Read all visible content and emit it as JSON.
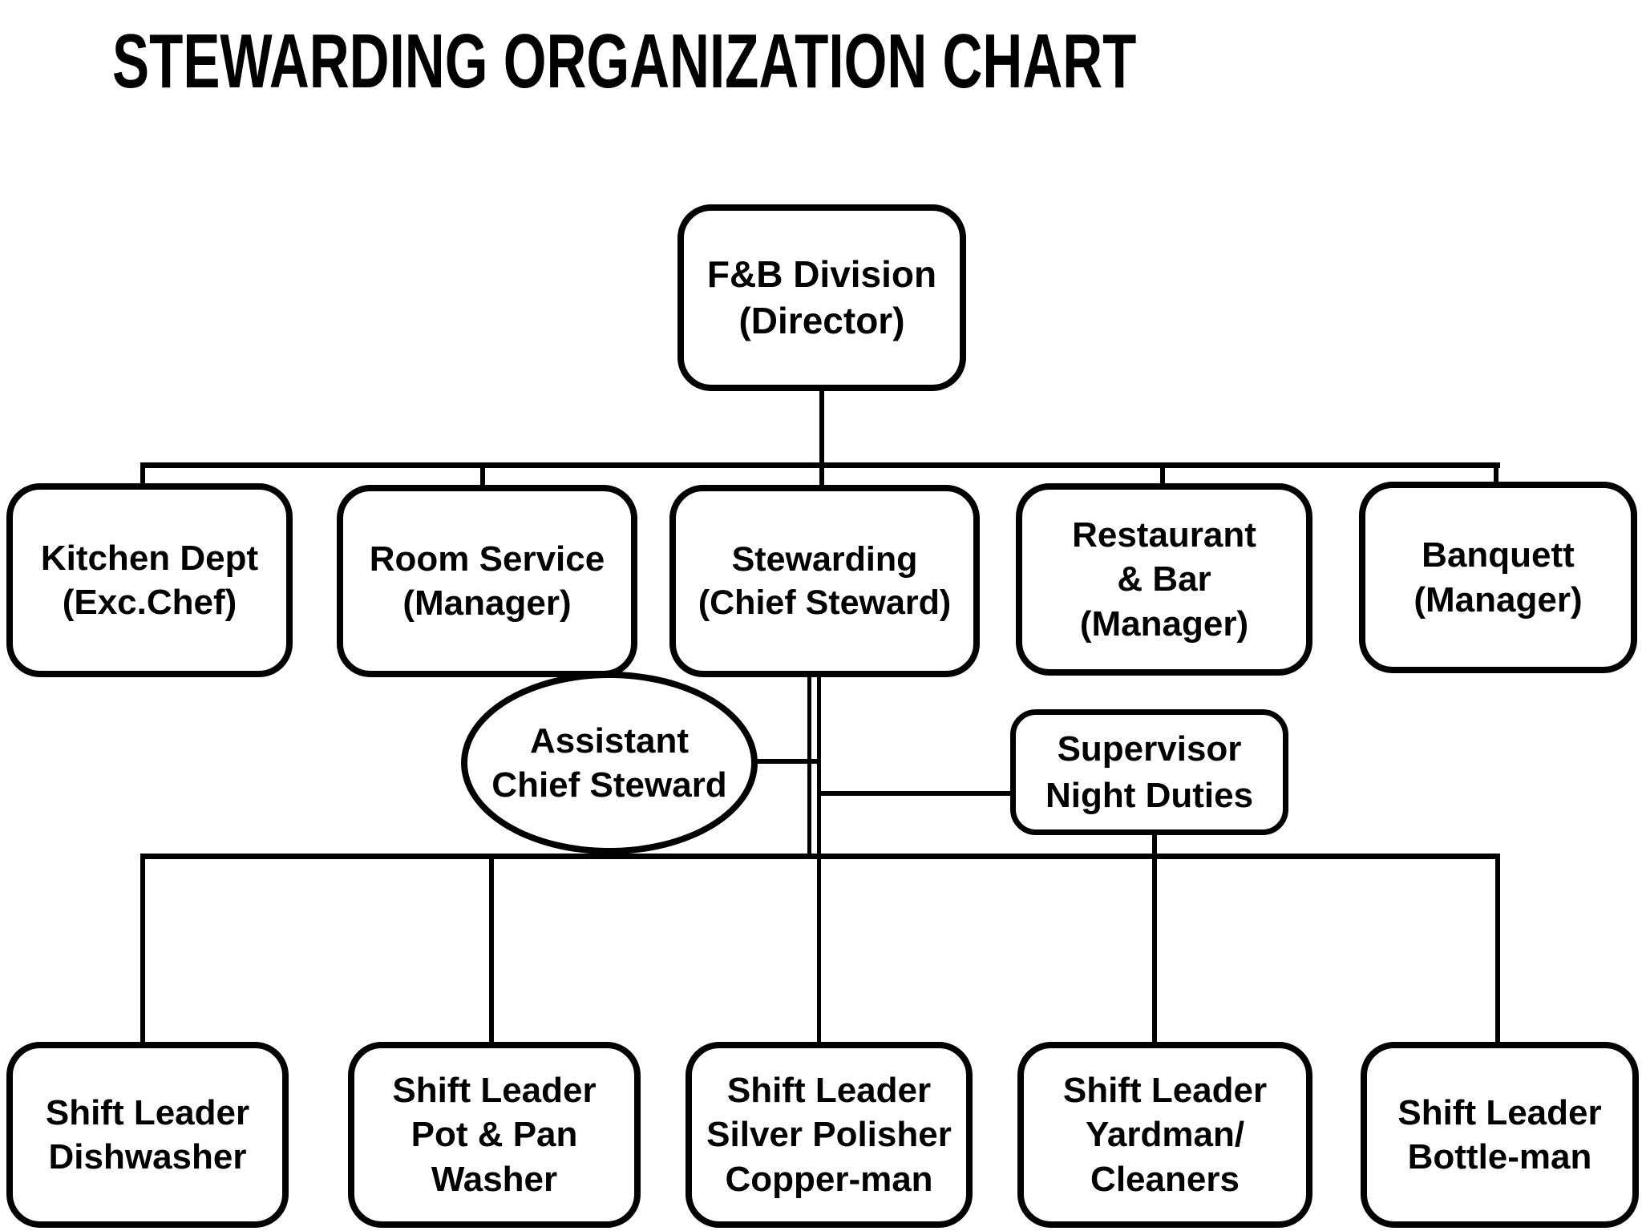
{
  "title": "STEWARDING ORGANIZATION CHART",
  "colors": {
    "background": "#ffffff",
    "line": "#000000",
    "text": "#000000"
  },
  "nodes": {
    "fnb": {
      "shape": "rounded-rect",
      "lines": [
        "F&B Division",
        "(Director)"
      ]
    },
    "kitchen": {
      "shape": "rounded-rect",
      "lines": [
        "Kitchen Dept",
        "(Exc.Chef)"
      ]
    },
    "room": {
      "shape": "rounded-rect",
      "lines": [
        "Room Service",
        "(Manager)"
      ]
    },
    "stewarding": {
      "shape": "rounded-rect",
      "lines": [
        "Stewarding",
        "(Chief Steward)"
      ]
    },
    "restbar": {
      "shape": "rounded-rect",
      "lines": [
        "Restaurant",
        "& Bar",
        "(Manager)"
      ]
    },
    "banquett": {
      "shape": "rounded-rect",
      "lines": [
        "Banquett",
        "(Manager)"
      ]
    },
    "assistant": {
      "shape": "oval",
      "lines": [
        "Assistant",
        "Chief Steward"
      ]
    },
    "supervisor": {
      "shape": "rounded-rect",
      "lines": [
        "Supervisor",
        "Night Duties"
      ]
    },
    "dishwasher": {
      "shape": "rounded-rect",
      "lines": [
        "Shift Leader",
        "Dishwasher"
      ]
    },
    "potpan": {
      "shape": "rounded-rect",
      "lines": [
        "Shift Leader",
        "Pot & Pan",
        "Washer"
      ]
    },
    "silver": {
      "shape": "rounded-rect",
      "lines": [
        "Shift Leader",
        "Silver Polisher",
        "Copper-man"
      ]
    },
    "yardman": {
      "shape": "rounded-rect",
      "lines": [
        "Shift Leader",
        "Yardman/",
        "Cleaners"
      ]
    },
    "bottleman": {
      "shape": "rounded-rect",
      "lines": [
        "Shift Leader",
        "Bottle-man"
      ]
    }
  },
  "edges": [
    {
      "from": "fnb",
      "to": "kitchen"
    },
    {
      "from": "fnb",
      "to": "room"
    },
    {
      "from": "fnb",
      "to": "stewarding"
    },
    {
      "from": "fnb",
      "to": "restbar"
    },
    {
      "from": "fnb",
      "to": "banquett"
    },
    {
      "from": "stewarding",
      "to": "assistant"
    },
    {
      "from": "stewarding",
      "to": "supervisor"
    },
    {
      "from": "stewarding",
      "to": "dishwasher"
    },
    {
      "from": "stewarding",
      "to": "potpan"
    },
    {
      "from": "stewarding",
      "to": "silver"
    },
    {
      "from": "stewarding",
      "to": "yardman"
    },
    {
      "from": "stewarding",
      "to": "bottleman"
    },
    {
      "from": "supervisor",
      "to": "yardman"
    }
  ]
}
